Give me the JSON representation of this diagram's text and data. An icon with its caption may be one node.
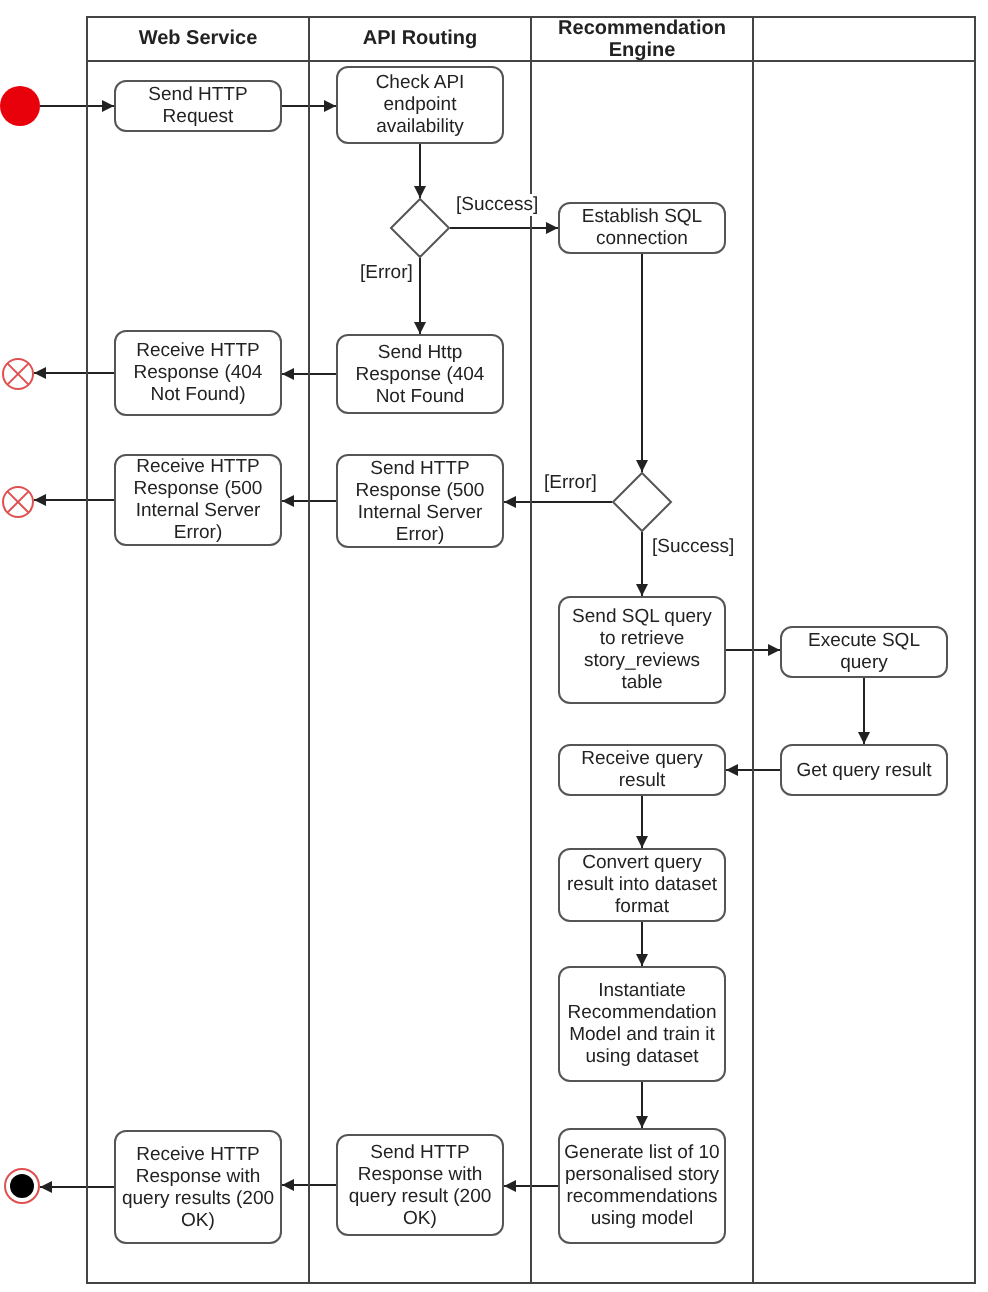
{
  "diagram": {
    "nodes": [
      {
        "text": [
          "Web Service"
        ]
      },
      {
        "text": [
          "API Routing"
        ]
      },
      {
        "text": [
          "Recommendation Engine"
        ]
      },
      {
        "text": [],
        "shape": "box"
      },
      {
        "text": [],
        "shape": "circle"
      },
      {
        "text": [
          "Send HTTP Request"
        ],
        "in": 0
      },
      {
        "text": [
          "Check API endpoint availability"
        ],
        "in": 1
      },
      {
        "text": [],
        "shape": "diamond",
        "in": 1
      },
      {
        "text": [
          "Establish SQL connection"
        ],
        "in": 2
      },
      {
        "text": [],
        "shape": "circle"
      },
      {
        "text": [
          "Receive HTTP Response (404 Not Found)"
        ],
        "in": 0
      },
      {
        "text": [
          "Send Http Response (404 Not Found"
        ],
        "in": 1
      },
      {
        "text": [],
        "shape": "circle"
      },
      {
        "text": [
          "Receive HTTP Response (500 Internal Server Error)"
        ],
        "in": 0
      },
      {
        "text": [
          "Send HTTP Response (500 Internal Server Error)"
        ],
        "in": 1
      },
      {
        "text": [],
        "shape": "diamond",
        "in": 2
      },
      {
        "text": [
          "Send SQL query to retrieve story_reviews table"
        ],
        "in": 2
      },
      {
        "text": [
          "Execute SQL query"
        ],
        "in": 3
      },
      {
        "text": [
          "Get query result"
        ],
        "in": 3
      },
      {
        "text": [
          "Receive query result"
        ],
        "in": 2
      },
      {
        "text": [
          "Convert query result into dataset format"
        ],
        "in": 2
      },
      {
        "text": [
          "Instantiate Recommendation Model and train it using dataset"
        ],
        "in": 2
      },
      {
        "text": [
          "Generate list of 10 personalised story recommendations using model"
        ],
        "in": 2
      },
      {
        "text": [
          "Send HTTP Response with query result (200 OK)"
        ],
        "in": 1
      },
      {
        "text": [
          "Receive HTTP Response with query results (200 OK)"
        ],
        "in": 0
      },
      {
        "text": [],
        "shape": "circle"
      }
    ],
    "edges": [
      {
        "from": 4,
        "to": 5,
        "arrow": "to"
      },
      {
        "from": 5,
        "to": 6,
        "arrow": "to"
      },
      {
        "from": 6,
        "to": 7,
        "arrow": "to"
      },
      {
        "from": 7,
        "to": 8,
        "arrow": "to",
        "label": "[Success]"
      },
      {
        "from": 7,
        "to": 11,
        "arrow": "to",
        "label": "[Error]"
      },
      {
        "from": 11,
        "to": 10,
        "arrow": "to"
      },
      {
        "from": 10,
        "to": 9,
        "arrow": "to"
      },
      {
        "from": 8,
        "to": 15,
        "arrow": "to"
      },
      {
        "from": 15,
        "to": 14,
        "arrow": "to",
        "label": "[Error]"
      },
      {
        "from": 14,
        "to": 13,
        "arrow": "to"
      },
      {
        "from": 13,
        "to": 12,
        "arrow": "to"
      },
      {
        "from": 15,
        "to": 16,
        "arrow": "to",
        "label": "[Success]"
      },
      {
        "from": 16,
        "to": 17,
        "arrow": "to"
      },
      {
        "from": 17,
        "to": 18,
        "arrow": "to"
      },
      {
        "from": 18,
        "to": 19,
        "arrow": "to"
      },
      {
        "from": 19,
        "to": 20,
        "arrow": "to"
      },
      {
        "from": 20,
        "to": 21,
        "arrow": "to"
      },
      {
        "from": 21,
        "to": 22,
        "arrow": "to"
      },
      {
        "from": 22,
        "to": 23,
        "arrow": "to"
      },
      {
        "from": 23,
        "to": 24,
        "arrow": "to"
      },
      {
        "from": 24,
        "to": 25,
        "arrow": "to"
      }
    ]
  }
}
